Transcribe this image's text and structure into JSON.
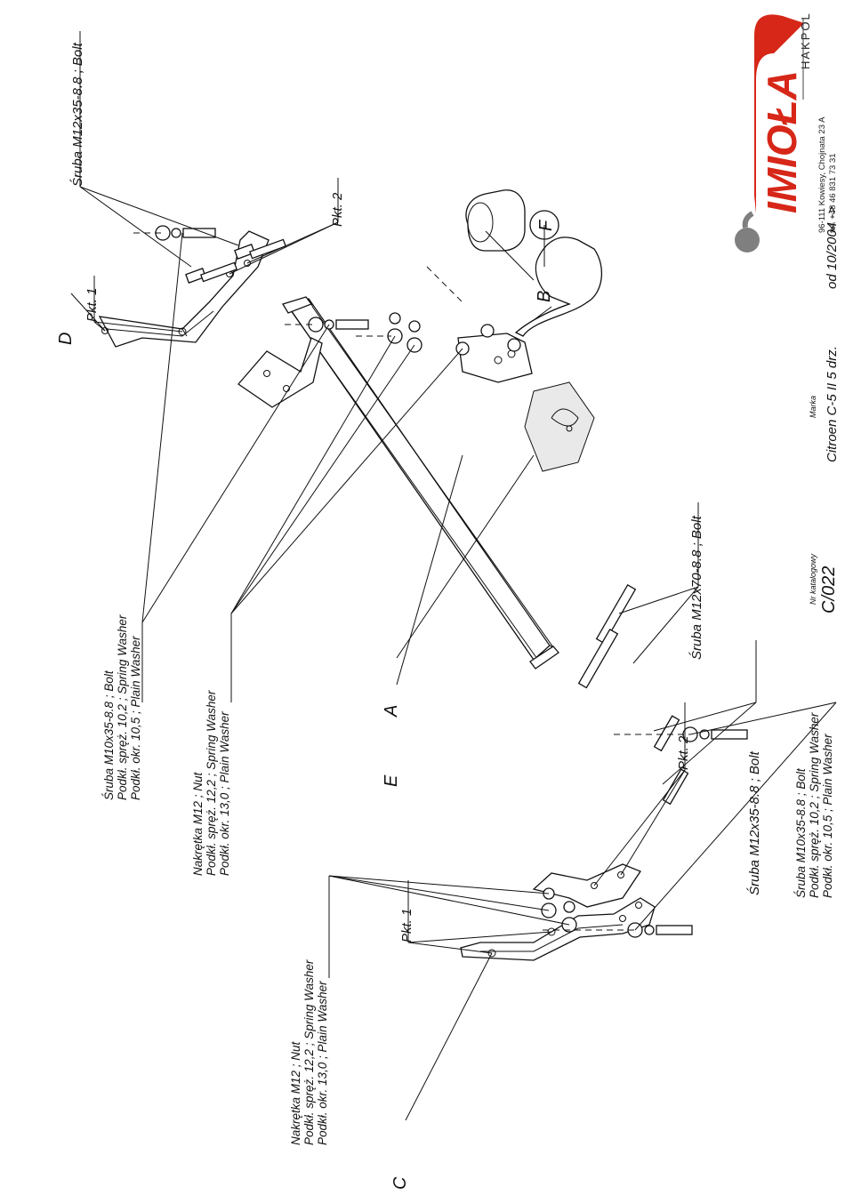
{
  "callouts": {
    "A": "A",
    "B": "B",
    "C": "C",
    "D": "D",
    "E": "E",
    "F": "F"
  },
  "pkt_labels": {
    "pkt1_top": "Pkt. 1",
    "pkt2_top": "Pkt. 2",
    "pkt1_bottom": "Pkt. 1",
    "pkt2_bottom": "Pkt. 2"
  },
  "fasteners": {
    "bolt_m12x35_top": "Śruba M12x35-8.8  ; Bolt",
    "bolt_m12x70": "Śruba M12x70-8.8  ; Bolt",
    "bolt_m12x35_bottom": "Śruba M12x35-8.8  ; Bolt",
    "m10_top": [
      "Śruba M10x35-8.8  ; Bolt",
      "Podkł. spręż. 10,2 ; Spring Washer",
      "Podkł. okr. 10,5 ; Plain Washer"
    ],
    "nut_top": [
      "Nakrętka  M12 ; Nut",
      "Podkł. spręż. 12,2 ; Spring Washer",
      "Podkł. okr. 13,0 ;  Plain Washer"
    ],
    "nut_bottom": [
      "Nakrętka  M12 ; Nut",
      "Podkł. spręż. 12,2 ; Spring Washer",
      "Podkł. okr. 13,0 ;  Plain Washer"
    ],
    "m10_bottom": [
      "Śruba M10x35-8.8  ; Bolt",
      "Podkł. spręż. 10,2 ; Spring Washer",
      "Podkł. okr. 10,5 ; Plain Washer"
    ]
  },
  "info": {
    "catalog_caption": "Nr katalogowy",
    "catalog_number": "C/022",
    "brand_caption": "Marka",
    "model": "Citroen C-5 II 5 drz.",
    "date": "od 10/2004 ->"
  },
  "logo": {
    "name": "IMIOŁA",
    "sub": "HAKPOL",
    "address": "96-111 Kowiesy, Chojnata 23 A",
    "phone": "tel. +48 46 831 73 31",
    "red": "#d62718"
  }
}
